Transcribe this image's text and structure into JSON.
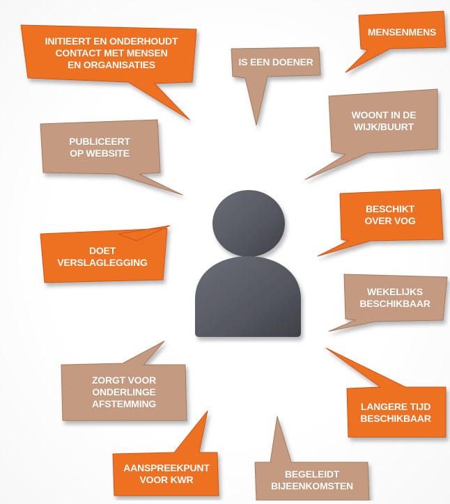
{
  "colors": {
    "orange": "#ee7124",
    "orange_dark": "#c9561a",
    "tan": "#c49a80",
    "tan_dark": "#a3795f",
    "person": "#55575f",
    "text": "#ffffff"
  },
  "center_icon": "person-silhouette-icon",
  "bubbles": [
    {
      "id": "contact",
      "text": "INITIEERT EN ONDERHOUDT\nCONTACT MET  MENSEN\nEN ORGANISATIES",
      "color": "orange"
    },
    {
      "id": "doener",
      "text": "IS EEN DOENER",
      "color": "tan"
    },
    {
      "id": "mensenmens",
      "text": "MENSENMENS",
      "color": "orange"
    },
    {
      "id": "wijk",
      "text": "WOONT IN DE\nWIJK/BUURT",
      "color": "tan"
    },
    {
      "id": "website",
      "text": "PUBLICEERT\nOP WEBSITE",
      "color": "tan"
    },
    {
      "id": "vog",
      "text": "BESCHIKT\nOVER VOG",
      "color": "orange"
    },
    {
      "id": "verslag",
      "text": "DOET\nVERSLAGLEGGING",
      "color": "orange"
    },
    {
      "id": "wekelijks",
      "text": "WEKELIJKS\nBESCHIKBAAR",
      "color": "tan"
    },
    {
      "id": "afstemming",
      "text": "ZORGT VOOR\nONDERLINGE\nAFSTEMMING",
      "color": "tan"
    },
    {
      "id": "langere",
      "text": "LANGERE TIJD\nBESCHIKBAAR",
      "color": "orange"
    },
    {
      "id": "aanspreekpunt",
      "text": "AANSPREEKPUNT\nVOOR KWR",
      "color": "orange"
    },
    {
      "id": "begeleidt",
      "text": "BEGELEIDT\nBIJEENKOMSTEN",
      "color": "tan"
    }
  ]
}
